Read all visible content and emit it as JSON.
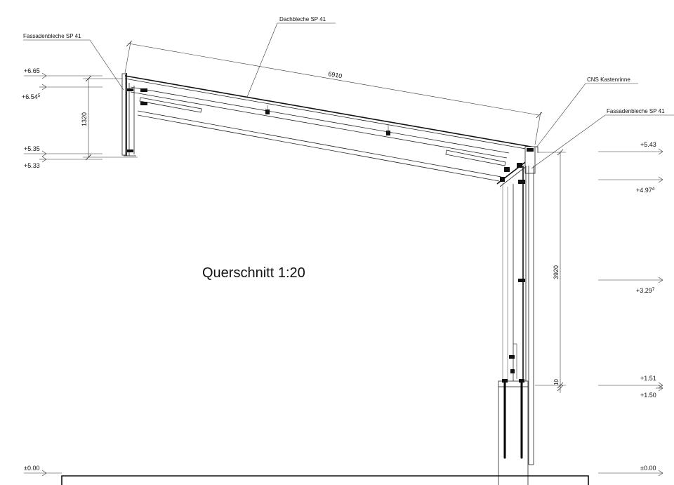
{
  "title": "Querschnitt 1:20",
  "labels": {
    "fassade_left": "Fassadenbleche SP 41",
    "dach": "Dachbleche SP 41",
    "rinne": "CNS Kastenrinne",
    "fassade_right": "Fassadenbleche SP 41"
  },
  "dimensions": {
    "span": "6910",
    "left_height": "1320",
    "right_height": "3920",
    "small": "10"
  },
  "levels_left": [
    {
      "main": "+6.65",
      "sup": ""
    },
    {
      "main": "+6.54",
      "sup": "5"
    },
    {
      "main": "+5.35",
      "sup": ""
    },
    {
      "main": "+5.33",
      "sup": ""
    },
    {
      "main": "±0.00",
      "sup": ""
    }
  ],
  "levels_right": [
    {
      "main": "+5.43",
      "sup": ""
    },
    {
      "main": "+4.97",
      "sup": "4"
    },
    {
      "main": "+3.29",
      "sup": "7"
    },
    {
      "main": "+1.51",
      "sup": ""
    },
    {
      "main": "+1.50",
      "sup": ""
    },
    {
      "main": "±0.00",
      "sup": ""
    }
  ]
}
